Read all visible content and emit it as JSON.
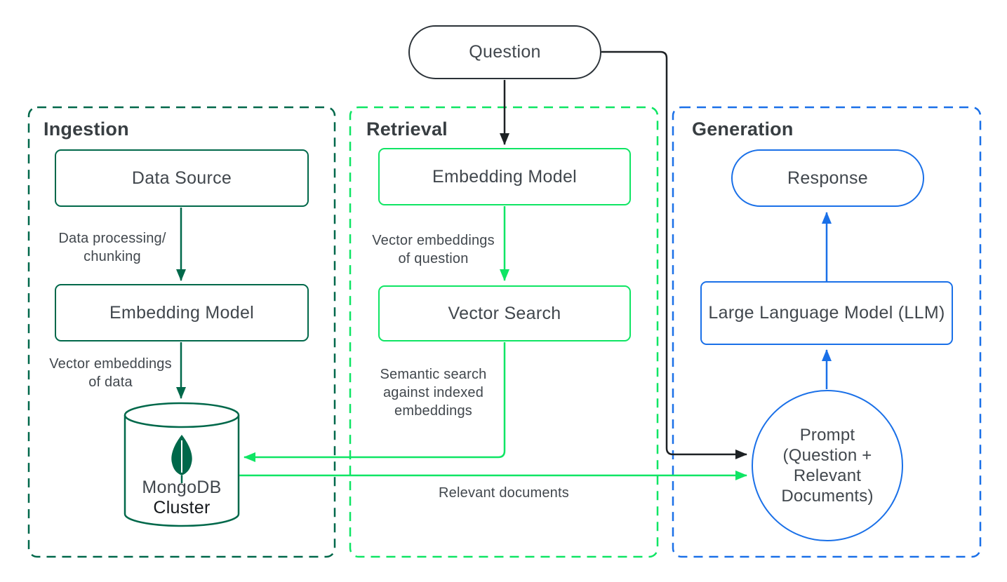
{
  "colors": {
    "dark_green": "#00684A",
    "bright_green": "#0FE564",
    "blue": "#1A70E8",
    "line_black": "#1D2124",
    "pill_border": "#2B3238",
    "text": "#41474D",
    "heading": "#383E42",
    "cluster_text": "#16191D"
  },
  "question": {
    "label": "Question"
  },
  "ingestion": {
    "title": "Ingestion",
    "data_source_label": "Data Source",
    "processing_lines": [
      "Data processing/",
      "chunking"
    ],
    "embedding_model_label": "Embedding Model",
    "embedding_output_lines": [
      "Vector embeddings",
      "of data"
    ],
    "database": {
      "name": "MongoDB",
      "type": "Cluster"
    }
  },
  "retrieval": {
    "title": "Retrieval",
    "embedding_model_label": "Embedding Model",
    "embedding_output_lines": [
      "Vector embeddings",
      "of question"
    ],
    "vector_search_label": "Vector Search",
    "search_description_lines": [
      "Semantic search",
      "against indexed",
      "embeddings"
    ],
    "relevant_documents_label": "Relevant documents"
  },
  "generation": {
    "title": "Generation",
    "response_label": "Response",
    "llm_label": "Large Language Model (LLM)",
    "prompt_lines": [
      "Prompt",
      "(Question +",
      "Relevant",
      "Documents)"
    ]
  }
}
